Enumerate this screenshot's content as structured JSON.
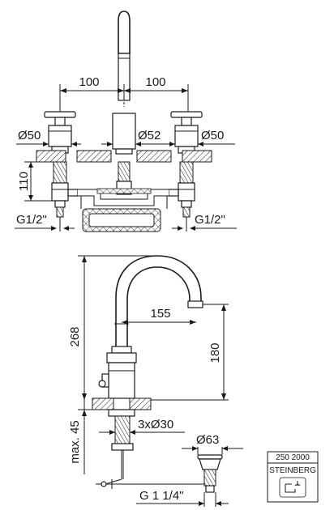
{
  "top_view": {
    "spacing_left": "100",
    "spacing_right": "100",
    "diameter_left": "Ø50",
    "diameter_center": "Ø52",
    "diameter_right": "Ø50",
    "height": "110",
    "thread_left": "G1/2\"",
    "thread_right": "G1/2\""
  },
  "side_view": {
    "total_height": "268",
    "spout_reach": "155",
    "spout_height": "180",
    "max_deck_thickness": "max. 45",
    "hole_diameter": "3xØ30",
    "waste_diameter": "Ø63",
    "waste_thread": "G 1 1/4\""
  },
  "product_box": {
    "article_number": "250 2000",
    "brand": "STEINBERG"
  }
}
